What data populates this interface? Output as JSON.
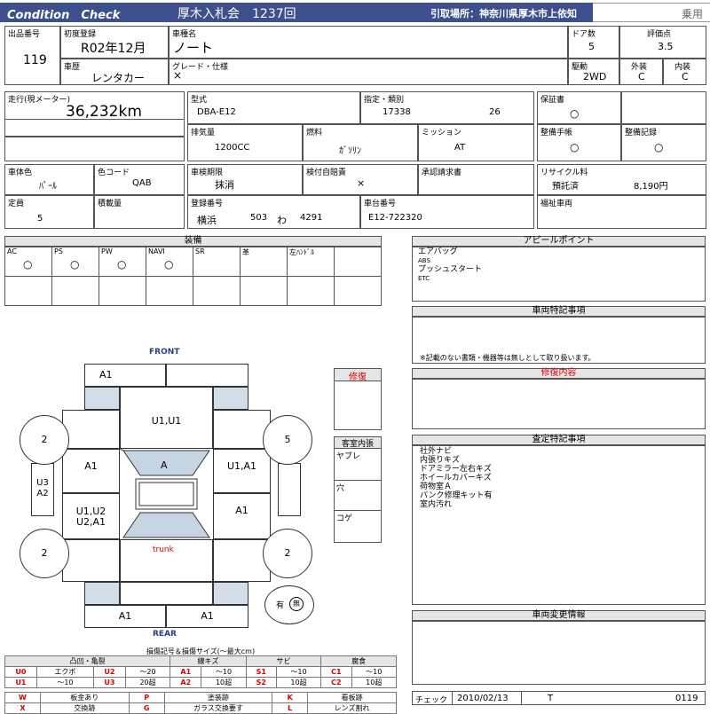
{
  "header": {
    "title_en": "Condition　Check",
    "auction": "厚木入札会　1237回",
    "pickup": "引取場所：神奈川県厚木市上依知",
    "category": "乗用"
  },
  "row1": {
    "lot_label": "出品番号",
    "lot_value": "119",
    "first_reg_label": "初度登録",
    "first_reg_value": "R02年12月",
    "model_name_label": "車種名",
    "model_name_value": "ノート",
    "doors_label": "ドア数",
    "doors_value": "5",
    "score_label": "評価点",
    "score_value": "3.5",
    "history_label": "車歴",
    "history_value": "レンタカー",
    "grade_label": "グレード・仕様",
    "grade_value": "×",
    "drive_label": "駆動",
    "drive_value": "2WD",
    "exterior_label": "外装",
    "exterior_value": "C",
    "interior_label": "内装",
    "interior_value": "C"
  },
  "row2": {
    "mileage_label": "走行(現メーター)",
    "mileage_value": "36,232km",
    "type_label": "型式",
    "type_value": "DBA-E12",
    "designation_label": "指定・類別",
    "designation_value": "17338",
    "class_value": "26",
    "warranty_label": "保証書",
    "warranty_value": "○",
    "displacement_label": "排気量",
    "displacement_value": "1200CC",
    "fuel_label": "燃料",
    "fuel_value": "ｶﾞｿﾘﾝ",
    "mission_label": "ミッション",
    "mission_value": "AT",
    "maint_book_label": "整備手帳",
    "maint_book_value": "○",
    "maint_record_label": "整備記録",
    "maint_record_value": "○"
  },
  "row3": {
    "color_label": "車体色",
    "color_value": "ﾊﾟｰﾙ",
    "color_code_label": "色コード",
    "color_code_value": "QAB",
    "inspection_label": "車検期限",
    "inspection_value": "抹消",
    "insurance_label": "検付自賠責",
    "insurance_value": "×",
    "approval_label": "承認請求書",
    "approval_value": "",
    "recycle_label": "リサイクル料",
    "recycle_status": "預託済",
    "recycle_value": "8,190円",
    "capacity_label": "定員",
    "capacity_value": "5",
    "load_label": "積載量",
    "load_value": "",
    "reg_no_label": "登録番号",
    "reg_city": "横浜",
    "reg_num1": "503",
    "reg_kana": "わ",
    "reg_num2": "4291",
    "chassis_label": "車台番号",
    "chassis_value": "E12-722320",
    "welfare_label": "福祉車両",
    "welfare_value": ""
  },
  "equipment": {
    "title": "装備",
    "items": [
      {
        "label": "AC",
        "value": "○"
      },
      {
        "label": "PS",
        "value": "○"
      },
      {
        "label": "PW",
        "value": "○"
      },
      {
        "label": "NAVI",
        "value": "○"
      },
      {
        "label": "SR",
        "value": ""
      },
      {
        "label": "革",
        "value": ""
      },
      {
        "label": "左ﾊﾝﾄﾞﾙ",
        "value": ""
      }
    ]
  },
  "appeal": {
    "title": "アピールポイント",
    "lines": [
      "エアバッグ",
      "ABS",
      "プッシュスタート",
      "ETC"
    ]
  },
  "special": {
    "title": "車両特記事項",
    "note": "※記載のない書類・機器等は無しとして取り扱います。"
  },
  "repair": {
    "title": "修復内容",
    "badge": "修復"
  },
  "appraisal": {
    "title": "査定特記事項",
    "lines": [
      "社外ナビ",
      "内張りキズ",
      "ドアミラー左右キズ",
      "ホイールカバーキズ",
      "荷物室Ａ",
      "パンク修理キット有",
      "室内汚れ"
    ]
  },
  "change": {
    "title": "車両変更情報"
  },
  "cabin": {
    "title": "客室内張",
    "items": [
      "ヤブレ",
      "穴",
      "コゲ"
    ]
  },
  "diagram": {
    "front": "FRONT",
    "rear": "REAR",
    "trunk": "trunk",
    "top_a1": "A1",
    "hood": "U1,U1",
    "windshield": "A",
    "left_front_door": "A1",
    "right_front_door": "U1,A1",
    "left_rear_door": "U1,U2\nU2,A1",
    "right_rear_door": "A1",
    "left_side": "U3\nA2",
    "bottom_a1_left": "A1",
    "bottom_a1_right": "A1",
    "tire_fl": "2",
    "tire_fr": "5",
    "tire_rl": "2",
    "tire_rr": "2",
    "spare_label": "有",
    "spare_mark": "無"
  },
  "legend": {
    "title": "損傷記号＆損傷サイズ(〜最大cm)",
    "headers": [
      "凸凹・亀裂",
      "線キズ",
      "サビ",
      "腐食"
    ],
    "row1": [
      "U0",
      "エクボ",
      "U2",
      "〜20",
      "A1",
      "〜10",
      "S1",
      "〜10",
      "C1",
      "〜10"
    ],
    "row2": [
      "U1",
      "〜10",
      "U3",
      "20超",
      "A2",
      "10超",
      "S2",
      "10超",
      "C2",
      "10超"
    ],
    "row3": [
      "W",
      "板金あり",
      "P",
      "塗装跡",
      "K",
      "看板跡"
    ],
    "row4": [
      "X",
      "交換跡",
      "G",
      "ガラス交換要す",
      "L",
      "レンズ割れ"
    ]
  },
  "footer": {
    "check_label": "チェック",
    "check_date": "2010/02/13",
    "check_code": "T",
    "check_no": "0119"
  }
}
